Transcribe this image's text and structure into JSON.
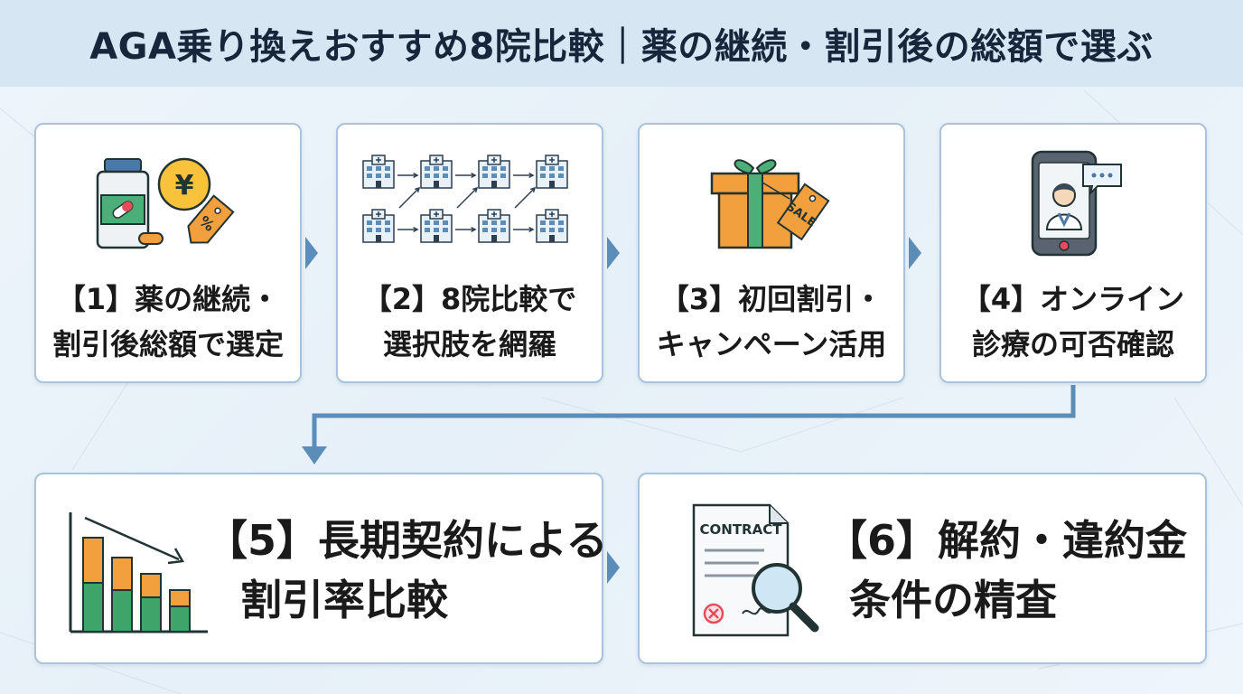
{
  "header": {
    "title": "AGA乗り換えおすすめ8院比較｜薬の継続・割引後の総額で選ぶ"
  },
  "steps": [
    {
      "line1": "【1】薬の継続・",
      "line2": "割引後総額で選定",
      "icon": "medicine-price-icon"
    },
    {
      "line1": "【2】8院比較で",
      "line2": "選択肢を網羅",
      "icon": "clinic-network-icon"
    },
    {
      "line1": "【3】初回割引・",
      "line2": "キャンペーン活用",
      "icon": "gift-sale-icon",
      "tag_text": "SALE"
    },
    {
      "line1": "【4】オンライン",
      "line2": "診療の可否確認",
      "icon": "online-doctor-icon"
    },
    {
      "line1": "【5】長期契約による",
      "line2": "割引率比較",
      "icon": "bar-chart-down-icon"
    },
    {
      "line1": "【6】解約・違約金",
      "line2": "条件の精査",
      "icon": "contract-magnifier-icon",
      "doc_text": "CONTRACT"
    }
  ],
  "colors": {
    "accent_blue": "#5b8db8",
    "green": "#3fa46a",
    "orange": "#f2a03d",
    "card_border": "#a9c3dc"
  }
}
